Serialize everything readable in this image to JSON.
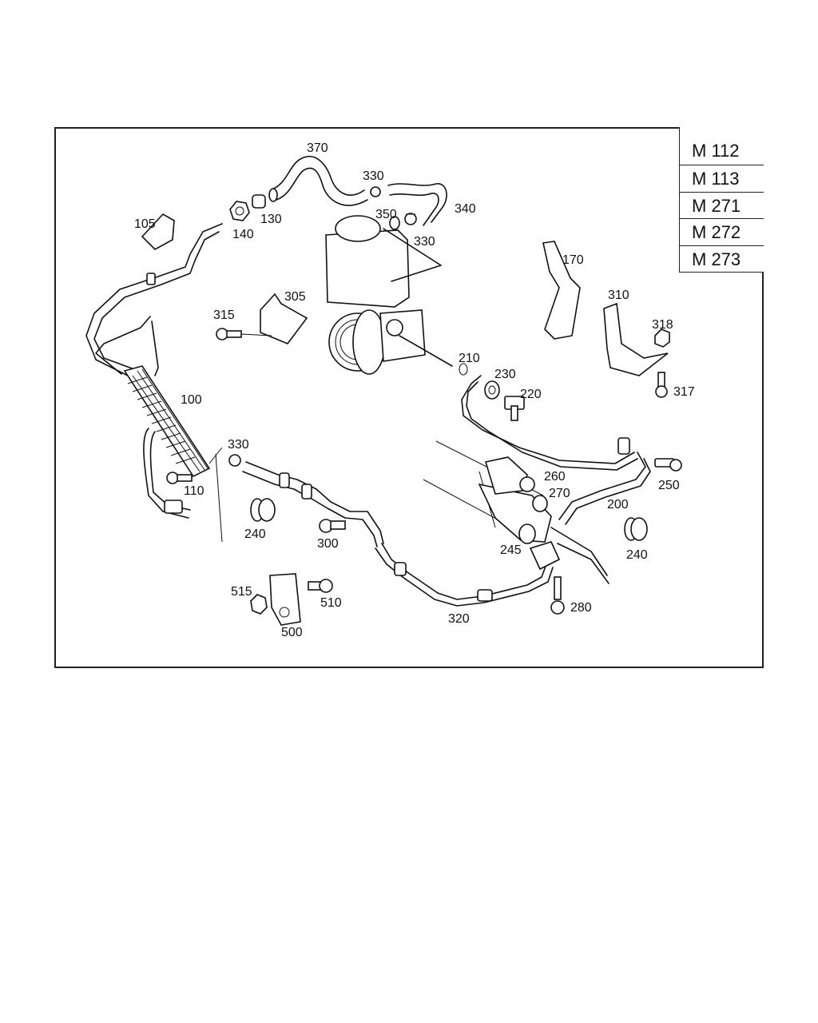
{
  "engine_codes": [
    "M 112",
    "M 113",
    "M 271",
    "M 272",
    "M 273"
  ],
  "parts": [
    {
      "id": "p370",
      "label": "370"
    },
    {
      "id": "p330a",
      "label": "330"
    },
    {
      "id": "p340",
      "label": "340"
    },
    {
      "id": "p350",
      "label": "350"
    },
    {
      "id": "p330b",
      "label": "330"
    },
    {
      "id": "p105",
      "label": "105"
    },
    {
      "id": "p140",
      "label": "140"
    },
    {
      "id": "p130",
      "label": "130"
    },
    {
      "id": "p170",
      "label": "170"
    },
    {
      "id": "p305",
      "label": "305"
    },
    {
      "id": "p315",
      "label": "315"
    },
    {
      "id": "p310",
      "label": "310"
    },
    {
      "id": "p318",
      "label": "318"
    },
    {
      "id": "p210",
      "label": "210"
    },
    {
      "id": "p230",
      "label": "230"
    },
    {
      "id": "p220",
      "label": "220"
    },
    {
      "id": "p317",
      "label": "317"
    },
    {
      "id": "p100",
      "label": "100"
    },
    {
      "id": "p330c",
      "label": "330"
    },
    {
      "id": "p110",
      "label": "110"
    },
    {
      "id": "p260",
      "label": "260"
    },
    {
      "id": "p250",
      "label": "250"
    },
    {
      "id": "p270",
      "label": "270"
    },
    {
      "id": "p200",
      "label": "200"
    },
    {
      "id": "p240a",
      "label": "240"
    },
    {
      "id": "p300",
      "label": "300"
    },
    {
      "id": "p245",
      "label": "245"
    },
    {
      "id": "p240b",
      "label": "240"
    },
    {
      "id": "p515",
      "label": "515"
    },
    {
      "id": "p510",
      "label": "510"
    },
    {
      "id": "p280",
      "label": "280"
    },
    {
      "id": "p320",
      "label": "320"
    },
    {
      "id": "p500",
      "label": "500"
    }
  ]
}
